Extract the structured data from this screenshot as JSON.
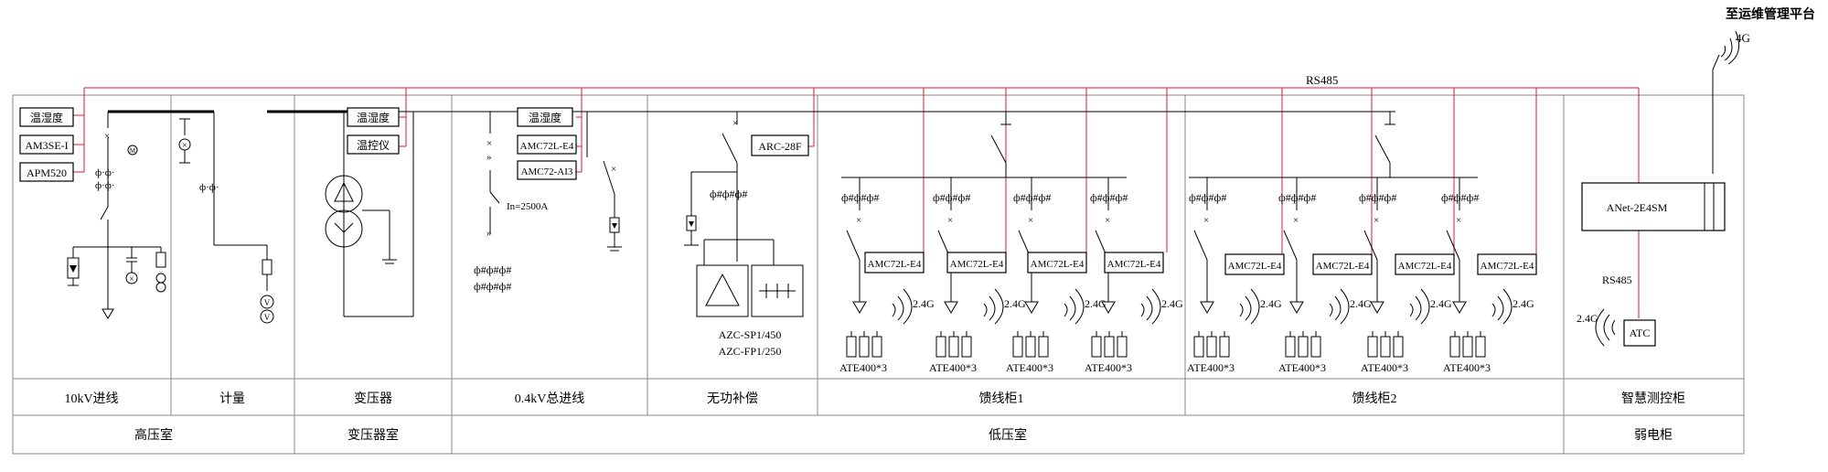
{
  "top": {
    "platform_label": "至运维管理平台",
    "uplink_4g": "4G",
    "rs485_bus": "RS485"
  },
  "columns": [
    {
      "label": "10kV进线"
    },
    {
      "label": "计量"
    },
    {
      "label": "变压器"
    },
    {
      "label": "0.4kV总进线"
    },
    {
      "label": "无功补偿"
    },
    {
      "label": "馈线柜1"
    },
    {
      "label": "馈线柜2"
    },
    {
      "label": "智慧测控柜"
    }
  ],
  "rooms": [
    {
      "label": "高压室"
    },
    {
      "label": "变压器室"
    },
    {
      "label": "低压室"
    },
    {
      "label": "弱电柜"
    }
  ],
  "hv": {
    "humidity": "温湿度",
    "protector": "AM3SE-I",
    "ap": "APM520"
  },
  "transformer": {
    "humidity": "温湿度",
    "temp_ctrl": "温控仪"
  },
  "lv_incoming": {
    "humidity": "温湿度",
    "meter_e4": "AMC72L-E4",
    "meter_ai3": "AMC72-AI3",
    "rating": "In=2500A"
  },
  "compensation": {
    "controller": "ARC-28F",
    "model1": "AZC-SP1/450",
    "model2": "AZC-FP1/250"
  },
  "feeders": {
    "meter": "AMC72L-E4",
    "wireless": "2.4G",
    "sensor": "ATE400*3"
  },
  "smart": {
    "gateway": "ANet-2E4SM",
    "rs485": "RS485",
    "wireless": "2.4G",
    "atc": "ATC"
  },
  "ct_label": "ф#ф#ф#"
}
